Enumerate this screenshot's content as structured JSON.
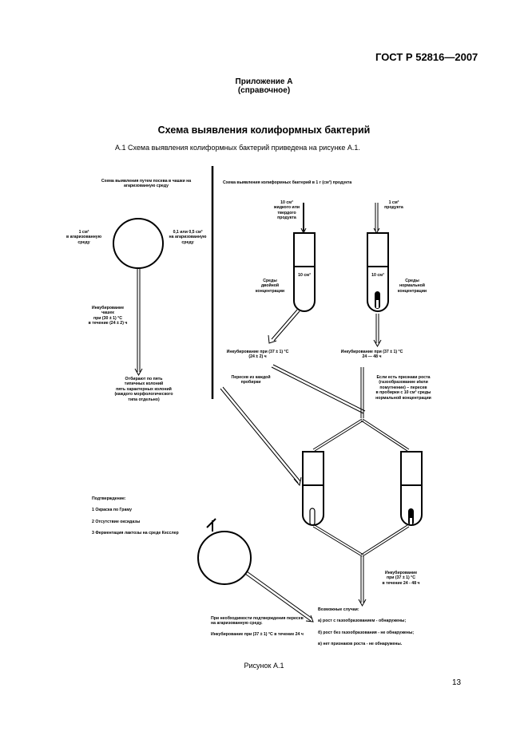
{
  "document": {
    "standard": "ГОСТ Р 52816—2007",
    "appendix_title": "Приложение А",
    "appendix_type": "(справочное)",
    "section_title": "Схема выявления колиформных бактерий",
    "intro_text": "А.1  Схема выявления колиформных бактерий приведена на рисунке А.1.",
    "figure_caption": "Рисунок А.1",
    "page_number": "13"
  },
  "diagram": {
    "left_heading": [
      "Схема выявления путем посева в чашки на",
      "агаризованную среду"
    ],
    "left_inoculum_left": [
      "1 см³",
      "в агаризованную",
      "среду"
    ],
    "left_inoculum_right": [
      "0,1 или 0,5 см³",
      "на агаризованную",
      "среду"
    ],
    "left_incubation": [
      "Инкубирование",
      "чашек",
      "при (30 ± 1) °С",
      "в течение (24 ± 2) ч"
    ],
    "left_selection": [
      "Отбирают по пять",
      "типичных колоний",
      "пять характерных колоний",
      "(каждого морфологического",
      "типа отдельно)"
    ],
    "right_heading": "Схема выявления колиформных бактерий в 1 г (см³) продукта",
    "right_inoculum_1": [
      "10 см³",
      "жидкого или",
      "твердого",
      "продукта"
    ],
    "right_inoculum_2": [
      "1 см³",
      "продукта"
    ],
    "tube_volume": "10 см³",
    "tube_1_medium": [
      "Среды",
      "двойной",
      "концентрации"
    ],
    "tube_2_medium": [
      "Среды",
      "нормальной",
      "концентрации"
    ],
    "incubation_1": [
      "Инкубирование при (37 ± 1) °С",
      "(24 ± 2) ч"
    ],
    "incubation_2": [
      "Инкубирование при (37 ± 1) °С",
      "24 — 48 ч"
    ],
    "transfer_label": [
      "Пересев из каждой",
      "пробирки"
    ],
    "growth_label": [
      "Если есть признаки роста",
      "(газообразование и/или",
      "помутнение) – пересев",
      "в пробирки с 10 см³ среды",
      "нормальной концентрации"
    ],
    "confirmation_title": "Подтверждение:",
    "confirmation_items": [
      "1 Окраска по Граму",
      "2 Отсутствие оксидазы",
      "3 Ферментация лактозы на среде Кесслер"
    ],
    "subculture_note": [
      "При необходимости подтверждения пересев",
      "на агаризованную среду."
    ],
    "subculture_incubation": "Инкубирование при (37 ± 1) °С в течение 24 ч",
    "final_incubation": [
      "Инкубирование",
      "при (37 ± 1) °С",
      "в течение 24 - 48 ч"
    ],
    "outcomes_title": "Возможные случаи:",
    "outcomes": [
      "а) рост с газообразованием - обнаружены;",
      "б) рост без газообразования - не обнаружены;",
      "в) нет признаков роста - не обнаружены."
    ]
  }
}
